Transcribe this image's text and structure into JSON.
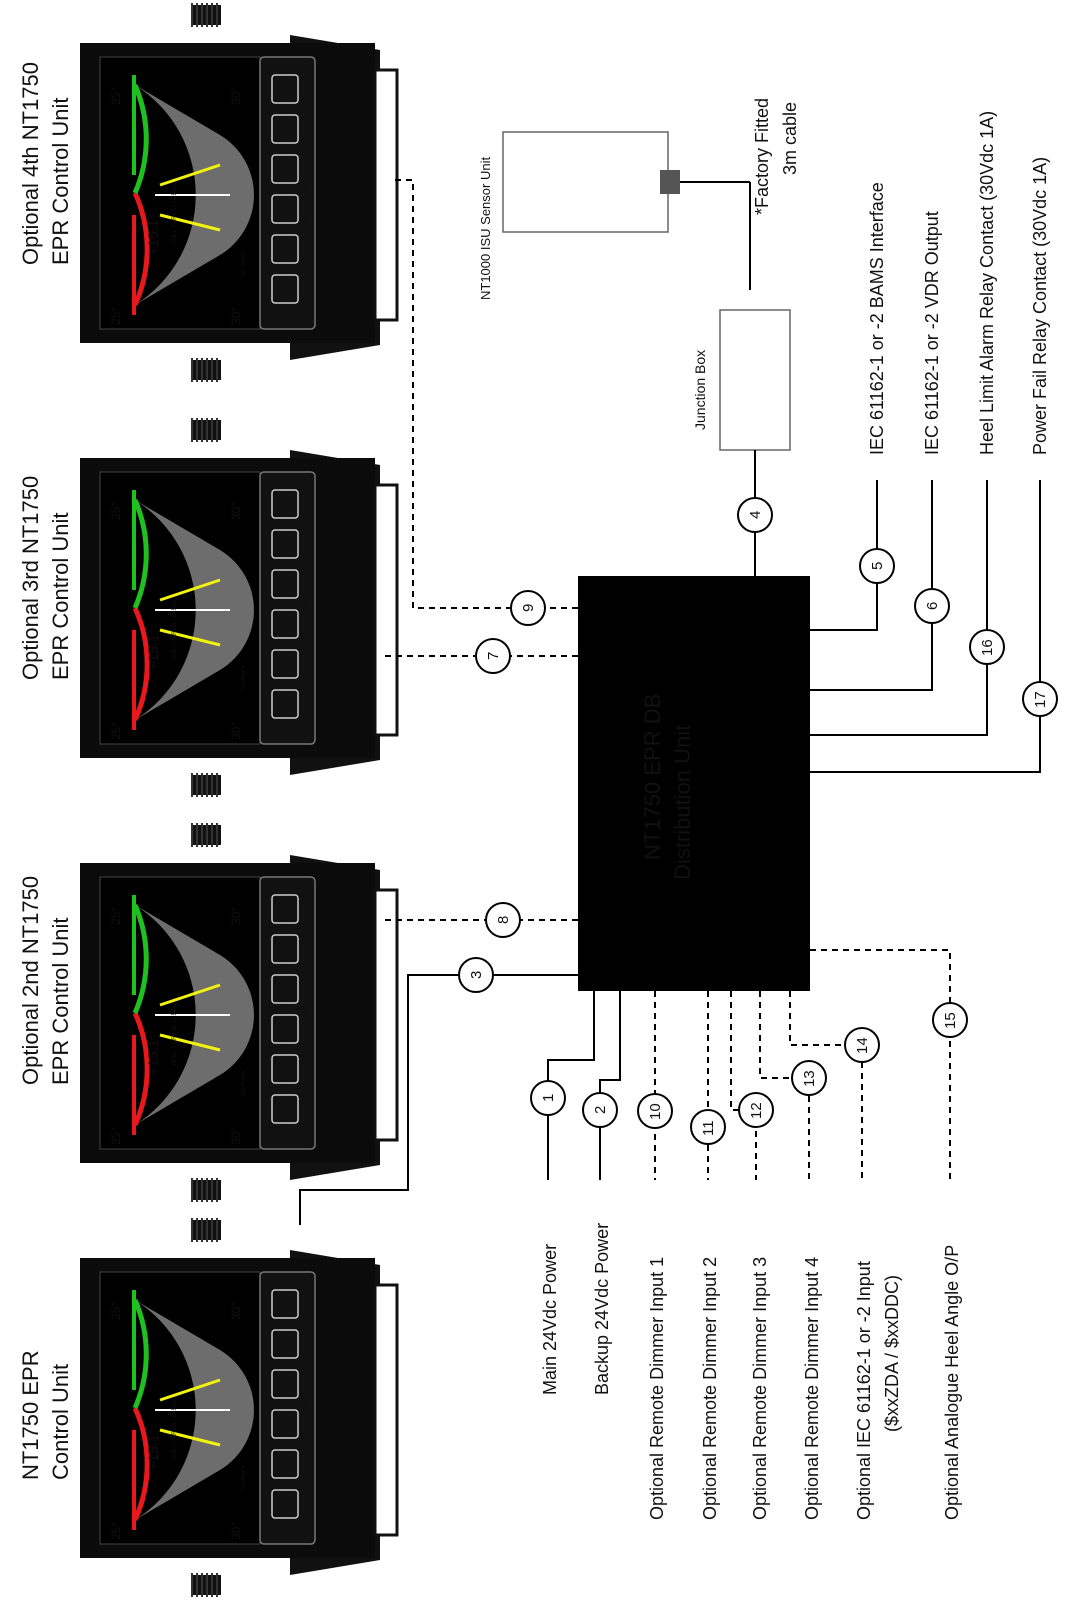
{
  "colors": {
    "line": "#000000",
    "box": "#000000",
    "box_text": "#ffffff",
    "screen_red": "#e8191c",
    "screen_green": "#1fc11f",
    "screen_yellow": "#f2f20f",
    "screen_gray": "#6d6d6d"
  },
  "control_units": [
    {
      "line1": "NT1750 EPR",
      "line2": "Control Unit"
    },
    {
      "line1": "Optional 2nd  NT1750",
      "line2": "EPR Control Unit"
    },
    {
      "line1": "Optional 3rd  NT1750",
      "line2": "EPR Control Unit"
    },
    {
      "line1": "Optional 4th  NT1750",
      "line2": "EPR Control Unit"
    }
  ],
  "screen": {
    "pitch": "PITCH ANGLE",
    "heel": "HEEL ANGLE",
    "heel_value": "+15.1°",
    "period": "ROLL PERIOD 11.5sec",
    "deg25": "25°",
    "deg30": "30°",
    "amplitude": "AMPLITUDE",
    "limit": "LIMIT",
    "reset": "Last Reset 21:50:18 UTC on 17th Dec",
    "no_alerts": "No Alerts",
    "brand": "NT1750 EPR INCLINOMETER"
  },
  "distribution_unit": {
    "line1": "NT1750 EPR DB",
    "line2": "Distribution Unit"
  },
  "sensor": {
    "label": "NT1000 ISU Sensor Unit",
    "cable_line1": "*Factory Fitted",
    "cable_line2": "3m cable"
  },
  "junction_box": {
    "label": "Junction Box"
  },
  "connections": [
    {
      "num": "1",
      "label": "Main 24Vdc Power"
    },
    {
      "num": "2",
      "label": "Backup 24Vdc Power"
    },
    {
      "num": "3",
      "label": ""
    },
    {
      "num": "4",
      "label": ""
    },
    {
      "num": "5",
      "label": "IEC 61162-1 or -2 BAMS Interface"
    },
    {
      "num": "6",
      "label": "IEC 61162-1 or -2 VDR Output"
    },
    {
      "num": "7",
      "label": ""
    },
    {
      "num": "8",
      "label": ""
    },
    {
      "num": "9",
      "label": ""
    },
    {
      "num": "10",
      "label": "Optional Remote Dimmer Input 1"
    },
    {
      "num": "11",
      "label": "Optional Remote Dimmer Input 2"
    },
    {
      "num": "12",
      "label": "Optional Remote Dimmer Input 3"
    },
    {
      "num": "13",
      "label": "Optional Remote Dimmer Input 4"
    },
    {
      "num": "14",
      "label": "Optional IEC 61162-1 or -2 Input",
      "label2": "($xxZDA / $xxDDC)"
    },
    {
      "num": "15",
      "label": "Optional Analogue Heel Angle O/P"
    },
    {
      "num": "16",
      "label": "Heel Limit Alarm Relay Contact (30Vdc 1A)"
    },
    {
      "num": "17",
      "label": "Power Fail Relay Contact (30Vdc 1A)"
    }
  ]
}
